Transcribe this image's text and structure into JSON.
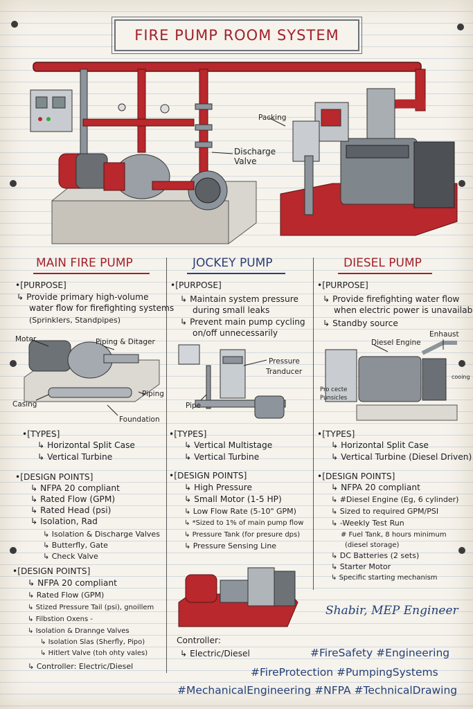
{
  "title": "FIRE PUMP ROOM SYSTEM",
  "top_labels": {
    "packing": "Packing",
    "discharge_valve": "Discharge Valve"
  },
  "main": {
    "heading": "MAIN FIRE PUMP",
    "purpose_label": "•[PURPOSE]",
    "purpose": [
      "↳ Provide primary high-volume",
      "water flow for firefighting systems",
      "(Sprinklers, Standpipes)"
    ],
    "diagram_labels": {
      "motor": "Motor",
      "piping_ditager": "Piping & Ditager",
      "piping": "Piping",
      "casing": "Casing",
      "foundation": "Foundation"
    },
    "types_label": "•[TYPES]",
    "types": [
      "Horizontal Split Case",
      "Vertical Turbine"
    ],
    "design_label": "•[DESIGN POINTS]",
    "design": [
      "NFPA 20 compliant",
      "Rated Flow (GPM)",
      "Rated Head (psi)",
      "Isolation, Rad"
    ],
    "design_sub": [
      "Isolation & Discharge Valves",
      "Butterfly, Gate",
      "Check Valve"
    ],
    "design2_label": "•[DESIGN POINTS]",
    "design2": [
      "NFPA 20 compliant",
      "Rated Flow (GPM)",
      "Stized Pressure Tail (psi), gnoillem",
      "Filbstion Oxens -",
      "Isolation & Dranng​e Valves"
    ],
    "design2_sub": [
      "Isolation Slas (Sherfly, Pipo)",
      "Hitlert Valve (toh ohty vales)"
    ],
    "controller": "Controller: Electric/Diesel"
  },
  "jockey": {
    "heading": "JOCKEY PUMP",
    "purpose_label": "•[PURPOSE]",
    "purpose": [
      "↳ Maintain system pressure",
      "during small leaks",
      "↳ Prevent main pump cycling",
      "on/off unnecessarily"
    ],
    "diagram_labels": {
      "pressure": "Pressure",
      "tranducer": "Tranducer",
      "pipe": "Pipe"
    },
    "types_label": "•[TYPES]",
    "types": [
      "Vertical Multistage",
      "Vertical Turbine"
    ],
    "design_label": "•[DESIGN POINTS]",
    "design": [
      "High Pressure",
      "Small Motor (1-5 HP)",
      "Low Flow Rate (5-10\" GPM)",
      "*Sized to 1% of main pump flow",
      "Pressure Tank (for presure dps)",
      "Pressure Sensing Line"
    ],
    "controller_label": "Controller:",
    "controller": "↳ Electric/Diesel"
  },
  "diesel": {
    "heading": "DIESEL PUMP",
    "purpose_label": "•[PURPOSE]",
    "purpose": [
      "↳ Provide firefighting water flow",
      "when electric power is unavailable.",
      "↳ Standby source"
    ],
    "diagram_labels": {
      "diesel_engine": "Diesel Engine",
      "enhaust": "Enhaust",
      "cooing": "cooing",
      "pro_cecte": "Pro cecte",
      "punsicles": "Punsicles"
    },
    "types_label": "•[TYPES]",
    "types": [
      "Horizontal Split Case",
      "Vertical Turbine (Diesel Driven)"
    ],
    "design_label": "•[DESIGN POINTS]",
    "design": [
      "NFPA 20 compliant",
      "#Diesel Engine (Eg, 6 cylinder)",
      "Sized to required GPM/PSI",
      "-Weekly Test Run",
      "# Fuel Tank, 8 hours minimum",
      "(diesel storage)",
      "DC Batteries (2 sets)",
      "Starter Motor",
      "Specific starting mechanism"
    ]
  },
  "signature": "Shabir, MEP Engineer",
  "hashtags": [
    "#FireSafety #Engineering",
    "#FireProtection #PumpingSystems",
    "#MechanicalEngineering #NFPA #TechnicalDrawing"
  ],
  "colors": {
    "pipe_red": "#b8282c",
    "ink_blue": "#23407a",
    "heading_red": "#a3202a",
    "steel": "#8d949c"
  }
}
